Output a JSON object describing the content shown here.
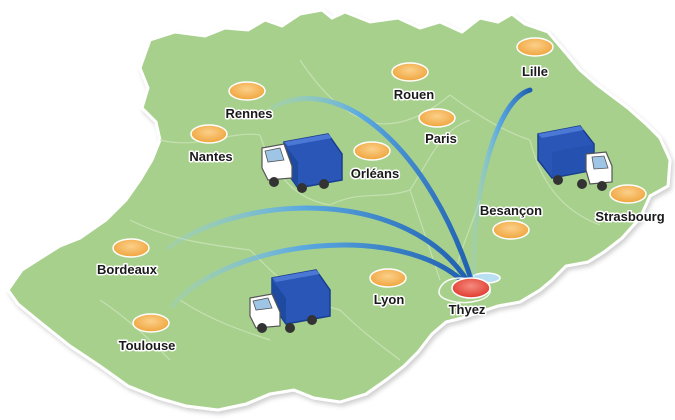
{
  "colors": {
    "land": "#a8d08d",
    "land_stroke": "#ffffff",
    "region_border": "#c9e2b7",
    "city_marker": "#f5b050",
    "city_marker_rim": "#f7c77e",
    "hub_marker": "#e8473a",
    "hub_marker_rim": "#f07a6f",
    "route_dark": "#1f5fb0",
    "route_light": "#8fd0ef",
    "truck_cargo": "#2a56b8",
    "truck_cabin": "#ffffff",
    "lake": "#b9dff2"
  },
  "hub": {
    "name": "Thyez",
    "icon": "hub-marker"
  },
  "cities": [
    {
      "id": "lille",
      "name": "Lille"
    },
    {
      "id": "rouen",
      "name": "Rouen"
    },
    {
      "id": "rennes",
      "name": "Rennes"
    },
    {
      "id": "paris",
      "name": "Paris"
    },
    {
      "id": "nantes",
      "name": "Nantes"
    },
    {
      "id": "orleans",
      "name": "Orléans"
    },
    {
      "id": "strasbourg",
      "name": "Strasbourg"
    },
    {
      "id": "besancon",
      "name": "Besançon"
    },
    {
      "id": "bordeaux",
      "name": "Bordeaux"
    },
    {
      "id": "lyon",
      "name": "Lyon"
    },
    {
      "id": "toulouse",
      "name": "Toulouse"
    }
  ],
  "routes": [
    {
      "from": "Thyez",
      "to": "Rennes"
    },
    {
      "from": "Thyez",
      "to": "Lille"
    },
    {
      "from": "Thyez",
      "to": "Bordeaux"
    },
    {
      "from": "Thyez",
      "to": "Toulouse"
    }
  ],
  "icons": [
    "truck-icon",
    "truck-icon",
    "truck-icon"
  ]
}
